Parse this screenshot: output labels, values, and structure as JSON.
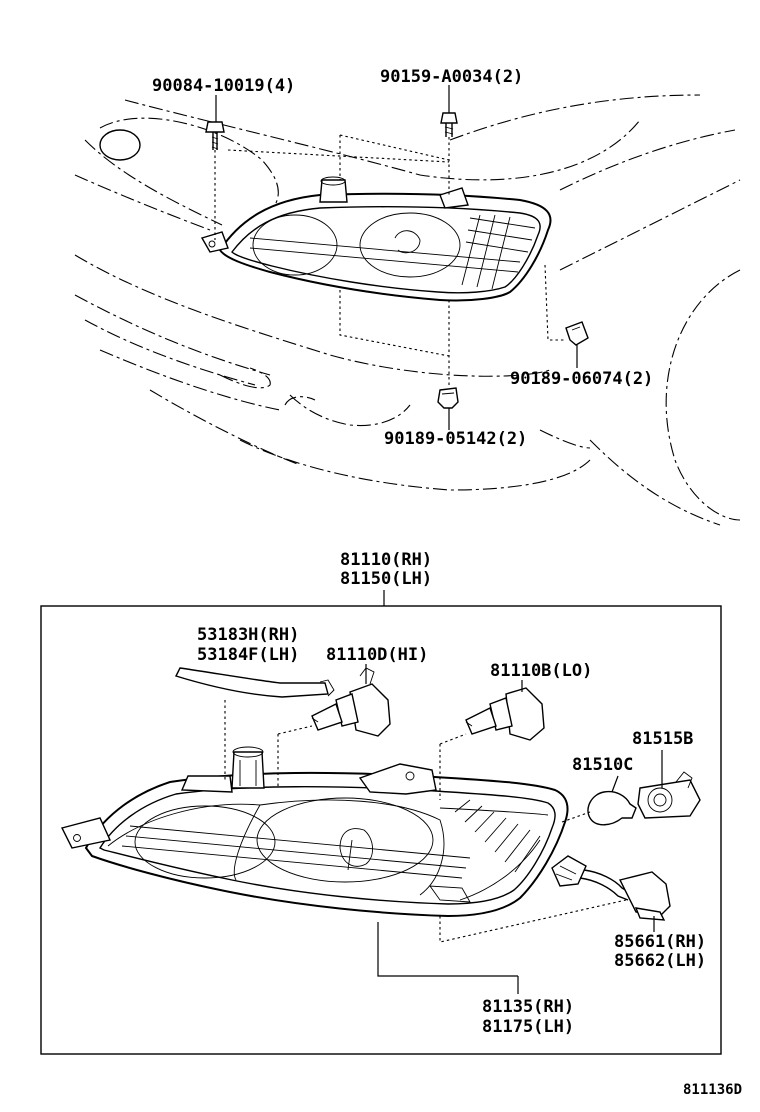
{
  "upper_view": {
    "labels": {
      "screw_a": "90084-10019(4)",
      "screw_b": "90159-A0034(2)",
      "clip_c": "90189-06074(2)",
      "clip_d": "90189-05142(2)"
    }
  },
  "assembly": {
    "headlamp": [
      "81110(RH)",
      "81150(LH)"
    ],
    "cover": [
      "53183H(RH)",
      "53184F(LH)"
    ],
    "bulb_hi": "81110D(HI)",
    "bulb_lo": "81110B(LO)",
    "socket": "81515B",
    "bulb_small": "81510C",
    "socket_wire": [
      "85661(RH)",
      "85662(LH)"
    ],
    "lens": [
      "81135(RH)",
      "81175(LH)"
    ]
  },
  "figure_code": "811136D"
}
